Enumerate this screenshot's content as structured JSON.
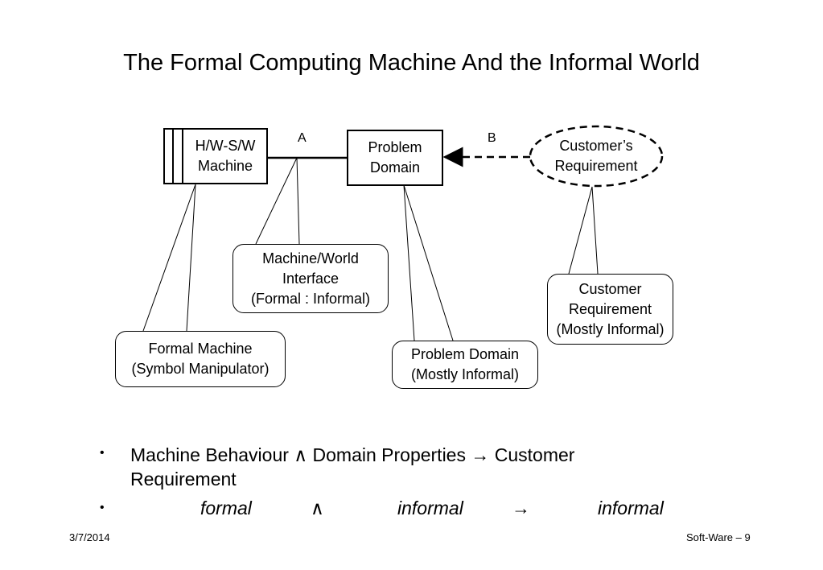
{
  "title": "The Formal Computing Machine And the Informal World",
  "diagram": {
    "machine": {
      "line1": "H/W-S/W",
      "line2": "Machine"
    },
    "problem": {
      "line1": "Problem",
      "line2": "Domain"
    },
    "customer": {
      "line1": "Customer’s",
      "line2": "Requirement"
    },
    "label_a": "A",
    "label_b": "B",
    "callouts": {
      "interface": {
        "line1": "Machine/World",
        "line2": "Interface",
        "line3": "(Formal : Informal)"
      },
      "formal_machine": {
        "line1": "Formal Machine",
        "line2": "(Symbol Manipulator)"
      },
      "problem_domain": {
        "line1": "Problem Domain",
        "line2": "(Mostly Informal)"
      },
      "customer_req": {
        "line1": "Customer",
        "line2": "Requirement",
        "line3": "(Mostly Informal)"
      }
    }
  },
  "bullets": {
    "marker": "•",
    "line1": "Machine Behaviour ∧ Domain Properties → Customer Requirement",
    "line2": {
      "formal": "formal",
      "and": "∧",
      "informal1": "informal",
      "arrow": "→",
      "informal2": "informal"
    }
  },
  "footer": {
    "date": "3/7/2014",
    "page": "Soft-Ware – 9"
  }
}
